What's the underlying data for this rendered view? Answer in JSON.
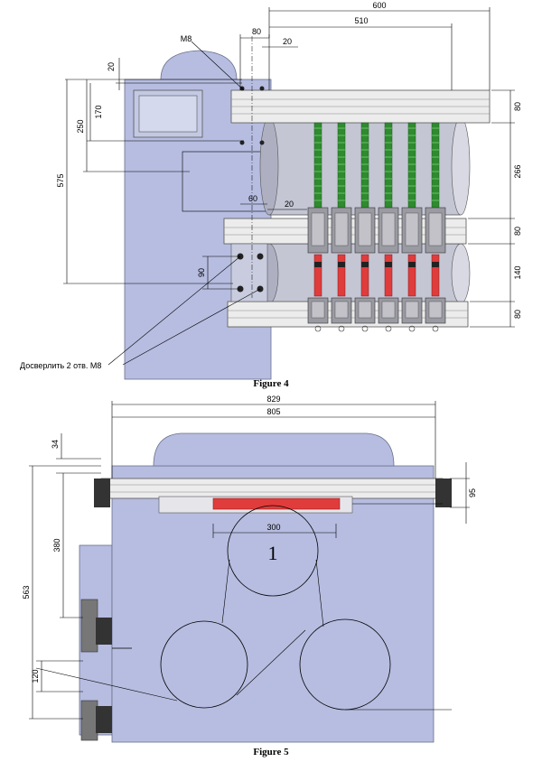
{
  "figure4": {
    "caption": "Figure 4",
    "dims": {
      "d600": "600",
      "d510": "510",
      "d80_top": "80",
      "d20_top": "20",
      "label_m8": "M8",
      "d20_left": "20",
      "d170": "170",
      "d250": "250",
      "d575": "575",
      "d80_right_top": "80",
      "d266": "266",
      "d60": "60",
      "d20_mid": "20",
      "d80_right_mid": "80",
      "d140": "140",
      "d80_right_bot": "80",
      "d90": "90"
    },
    "note": "Досверлить 2 отв. М8",
    "colors": {
      "body": "#b6bde0",
      "green": "#2e8b2e",
      "red": "#e03c3c"
    }
  },
  "figure5": {
    "caption": "Figure 5",
    "dims": {
      "d829": "829",
      "d805": "805",
      "d34": "34",
      "d95": "95",
      "d380": "380",
      "d563": "563",
      "d300": "300",
      "d120": "120"
    },
    "roller_label": "1",
    "colors": {
      "body": "#b6bde0",
      "red": "#e03c3c"
    }
  }
}
